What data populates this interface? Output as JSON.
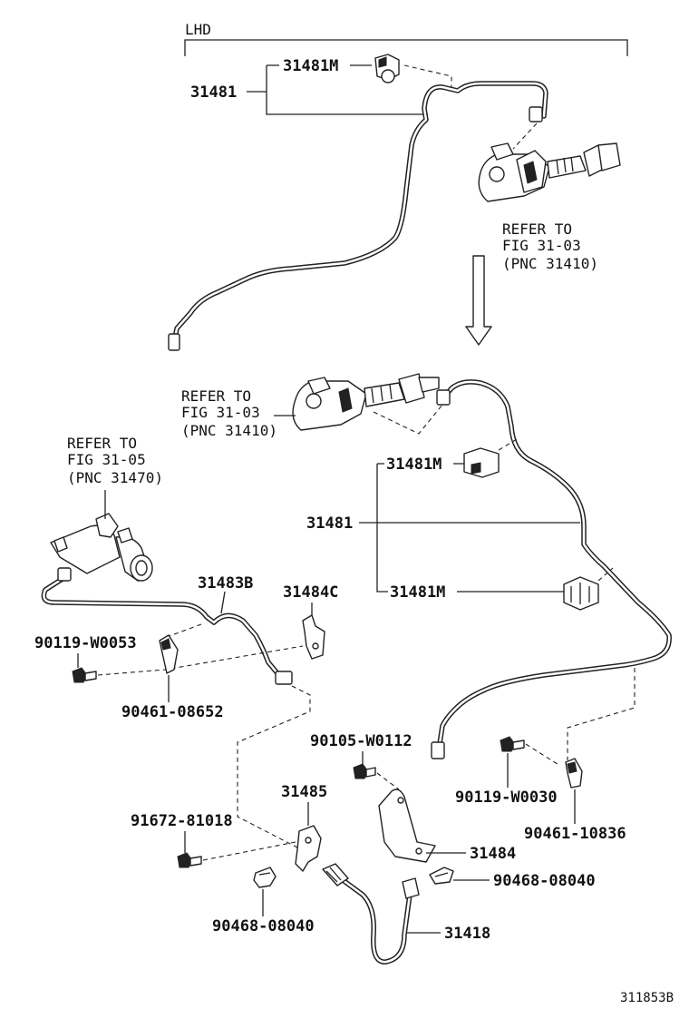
{
  "section_label": "LHD",
  "figure_code": "311853B",
  "labels": {
    "t_31481m": "31481M",
    "t_31481": "31481",
    "t_refer_top_1": "REFER TO",
    "t_refer_top_2": "FIG 31-03",
    "t_refer_top_3": "(PNC 31410)",
    "b_refer_mc_1": "REFER TO",
    "b_refer_mc_2": "FIG 31-03",
    "b_refer_mc_3": "(PNC 31410)",
    "b_refer_rc_1": "REFER TO",
    "b_refer_rc_2": "FIG 31-05",
    "b_refer_rc_3": "(PNC 31470)",
    "b_31481m_a": "31481M",
    "b_31481": "31481",
    "b_31481m_b": "31481M",
    "b_31483b": "31483B",
    "b_31484c": "31484C",
    "b_90119_w0053": "90119-W0053",
    "b_90461_08652": "90461-08652",
    "b_90105_w0112": "90105-W0112",
    "b_31485": "31485",
    "b_90119_w0030": "90119-W0030",
    "b_91672_81018": "91672-81018",
    "b_90461_10836": "90461-10836",
    "b_31484": "31484",
    "b_90468_08040_r": "90468-08040",
    "b_90468_08040_l": "90468-08040",
    "b_31418": "31418"
  }
}
